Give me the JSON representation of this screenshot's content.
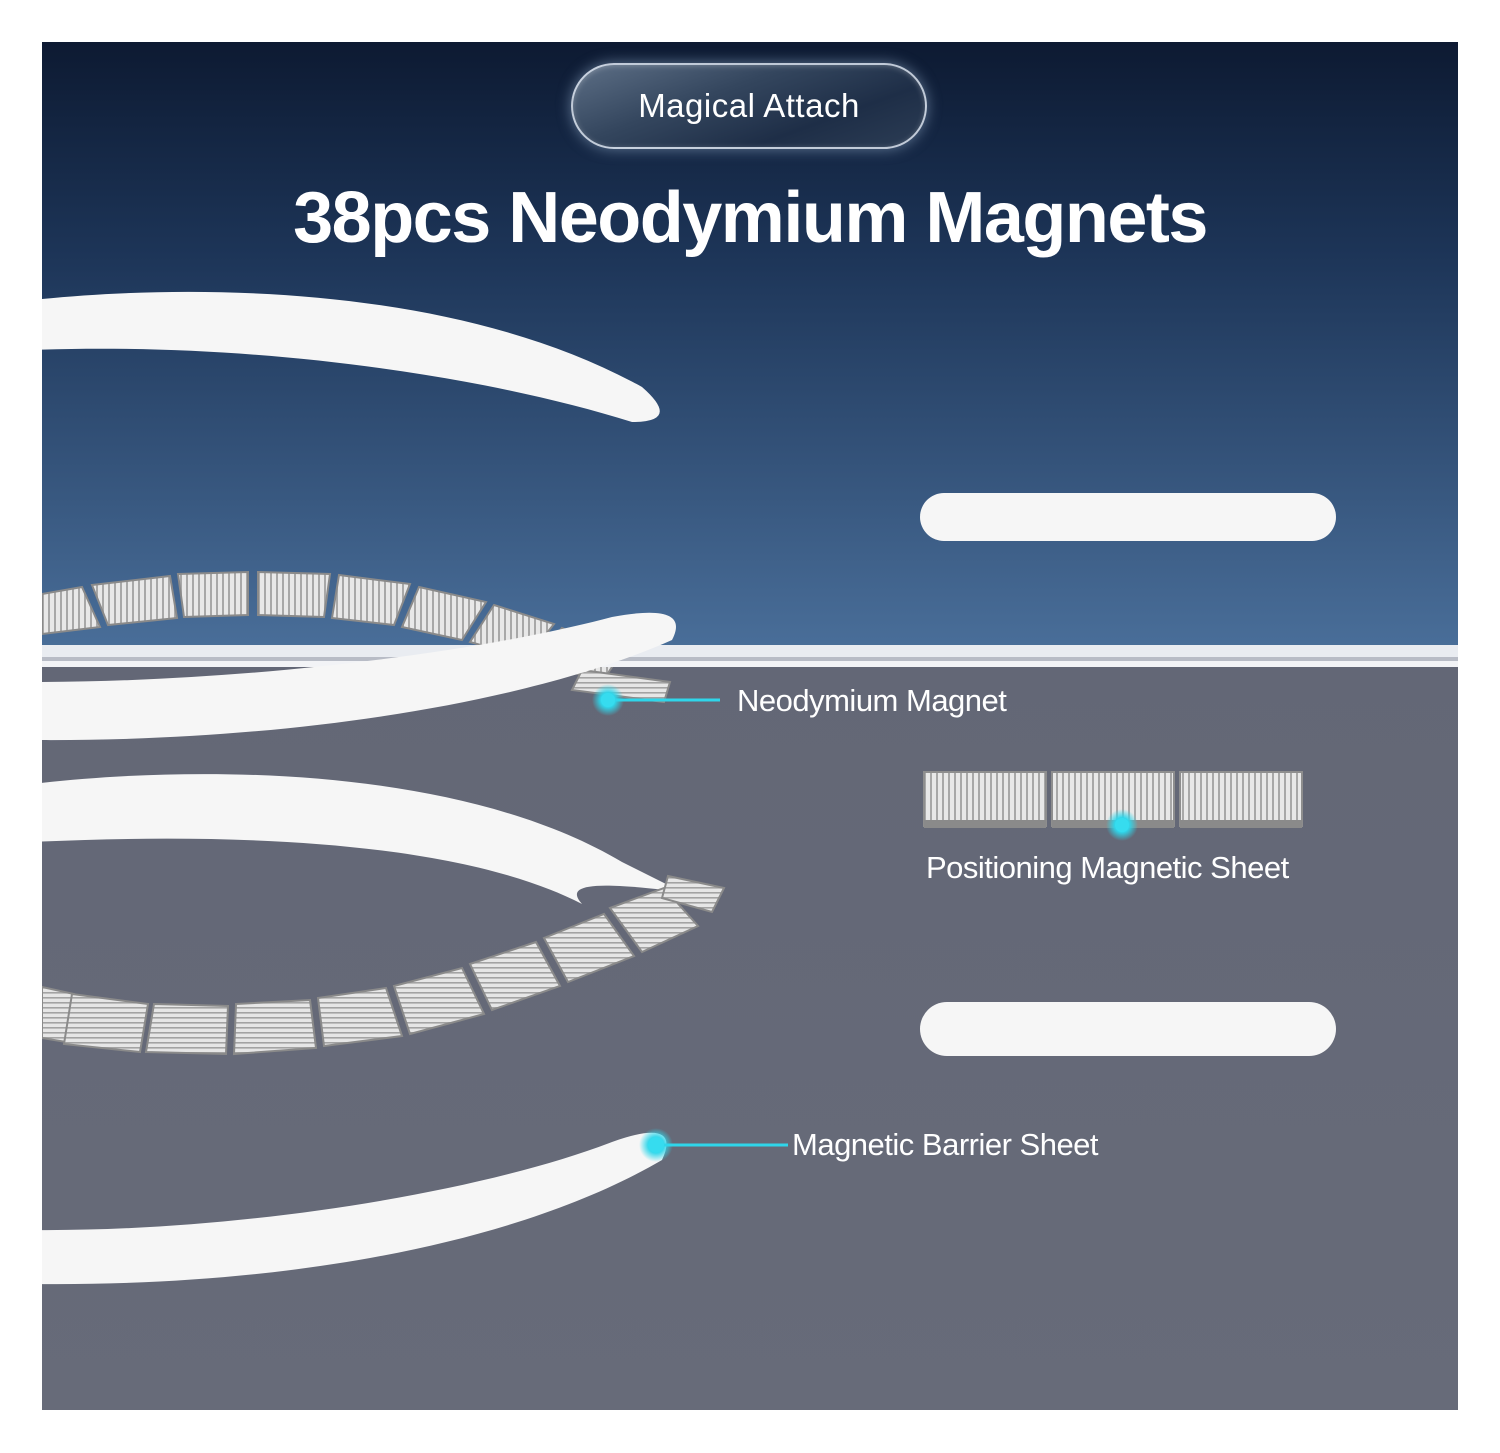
{
  "badge": {
    "label": "Magical Attach"
  },
  "headline": "38pcs Neodymium Magnets",
  "callouts": {
    "neodymium_magnet": "Neodymium Magnet",
    "positioning_sheet": "Positioning Magnetic Sheet",
    "barrier_sheet": "Magnetic Barrier Sheet"
  },
  "colors": {
    "top_gradient_start": "#0d1b33",
    "top_gradient_end": "#4a6e98",
    "base_gray": "#666a78",
    "highlight_cyan": "#2fd6ea",
    "ring_white": "#f4f4f4"
  }
}
